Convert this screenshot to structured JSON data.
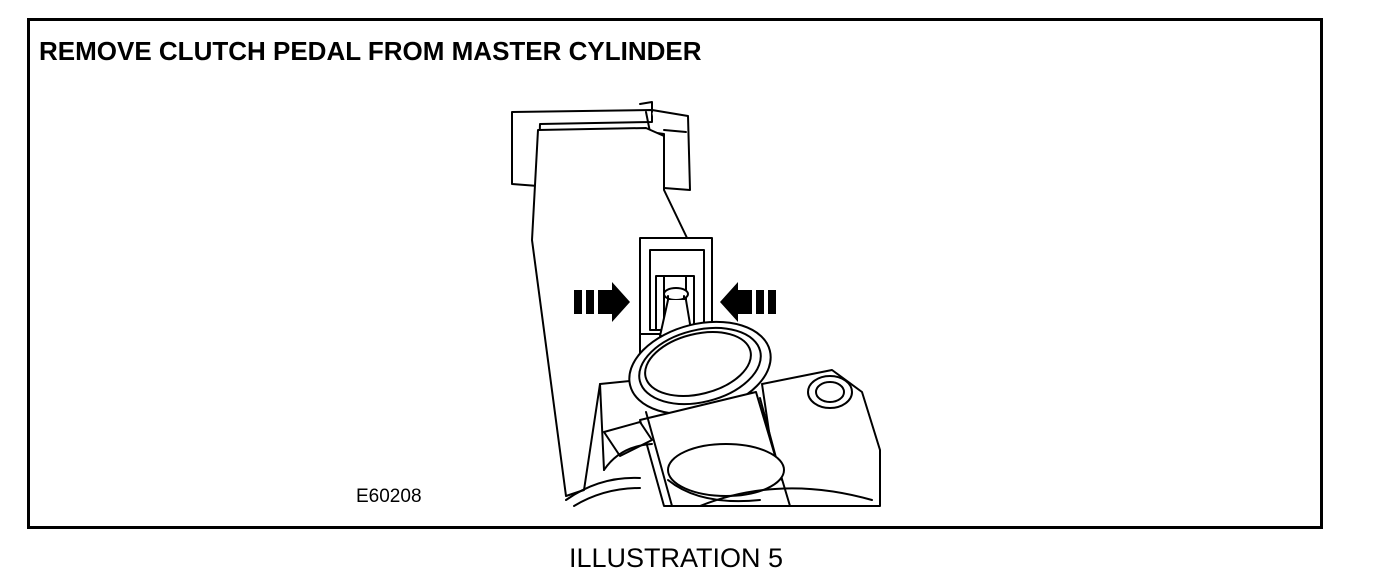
{
  "figure": {
    "title": "REMOVE CLUTCH PEDAL FROM MASTER CYLINDER",
    "image_code": "E60208",
    "caption": "ILLUSTRATION 5"
  },
  "illustration": {
    "subject": "clutch pedal arm attached to master cylinder pushrod",
    "arrows": [
      "arrow-right",
      "arrow-left"
    ],
    "line_color": "#000000",
    "fill_color": "#ffffff"
  }
}
